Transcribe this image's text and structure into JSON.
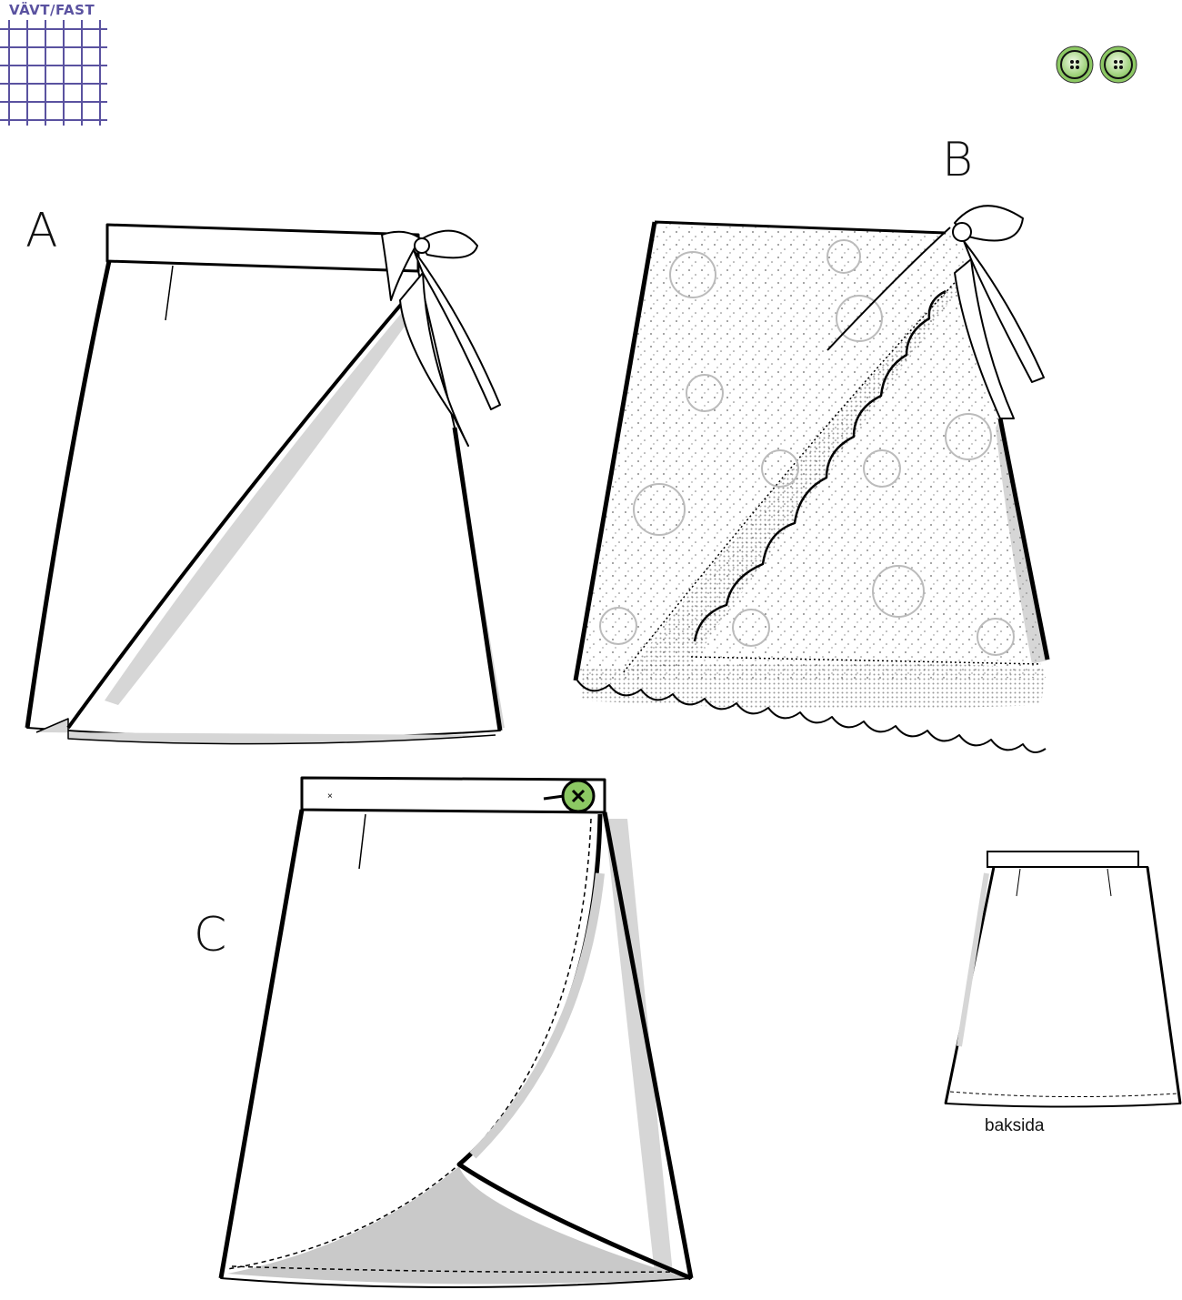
{
  "fabric_label": "VÄVT/FAST",
  "views": {
    "a_label": "A",
    "b_label": "B",
    "c_label": "C",
    "back_label": "baksida"
  },
  "colors": {
    "grid": "#5a52a0",
    "button": "#8cc863",
    "shade": "#cfcfcf"
  },
  "icons": [
    "fabric-grid-icon",
    "button-icon",
    "button-icon"
  ]
}
